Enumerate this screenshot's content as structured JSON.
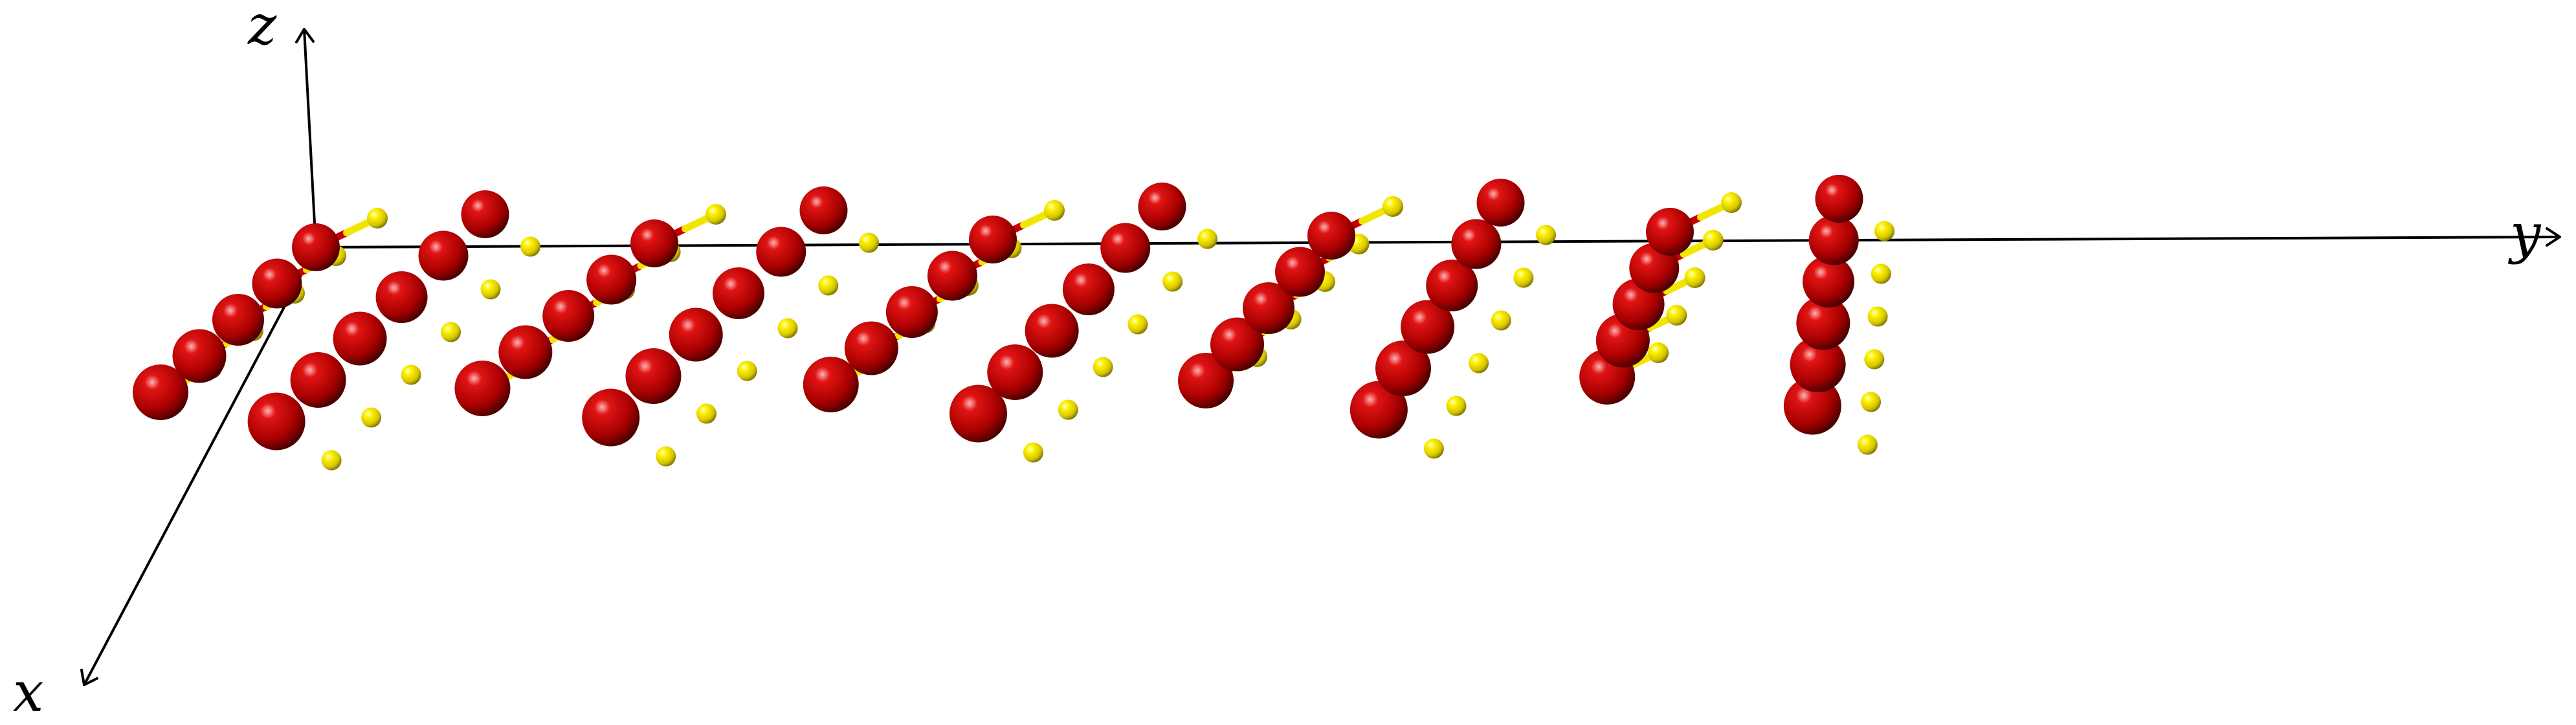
{
  "axes": {
    "x_label": "x",
    "y_label": "y",
    "z_label": "z"
  },
  "colors": {
    "large_atom": "#c40000",
    "small_atom": "#f2e600",
    "axis": "#000000"
  },
  "lattice": {
    "cols": 10,
    "rows": 6,
    "bonded_rows": 5,
    "bonded_columns": [
      0,
      2,
      4,
      6,
      8
    ]
  }
}
